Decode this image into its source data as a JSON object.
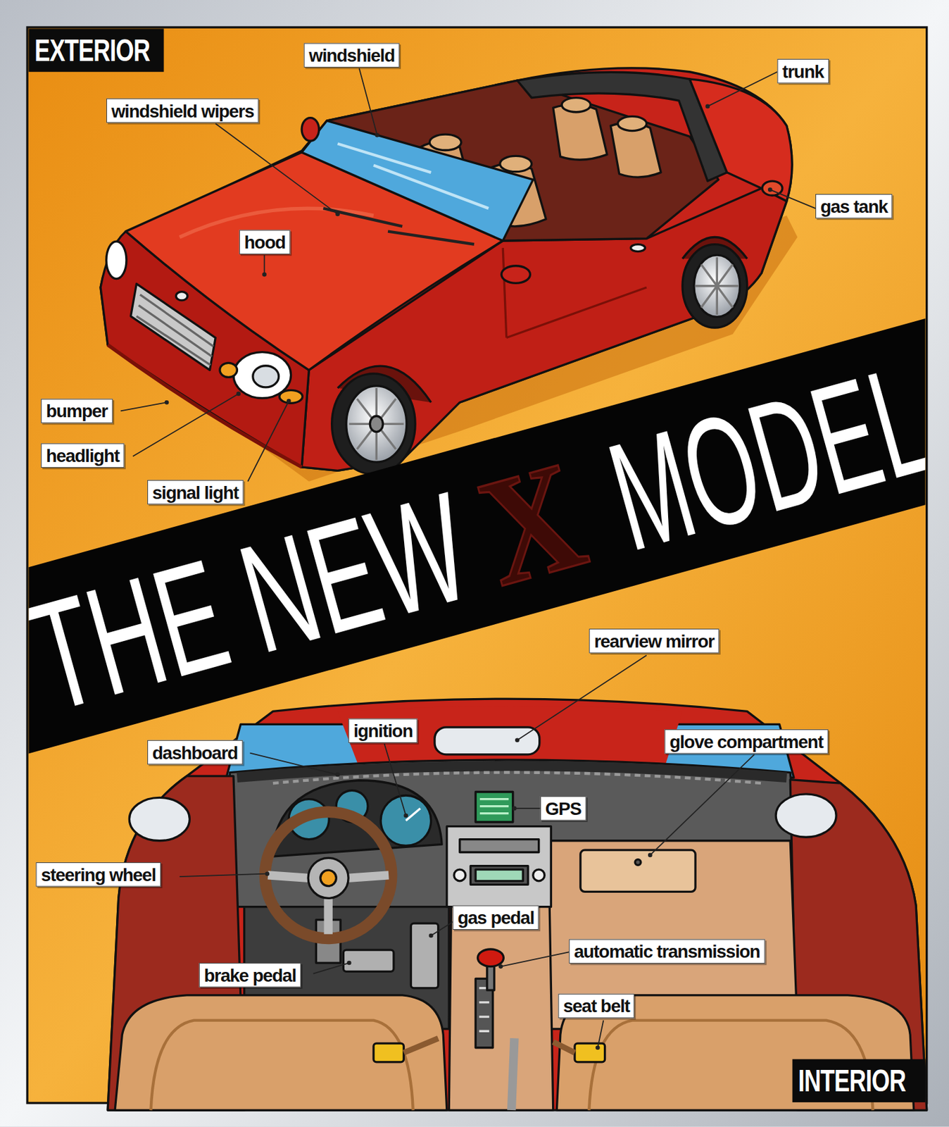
{
  "diagram": {
    "nodes": [
      {
        "text": [
          "EXTERIOR"
        ]
      },
      {
        "text": [
          "THE NEW",
          "X",
          "MODEL"
        ]
      },
      {
        "text": [
          "INTERIOR"
        ]
      }
    ],
    "labels": [
      "windshield",
      "windshield wipers",
      "trunk",
      "gas tank",
      "hood",
      "bumper",
      "headlight",
      "signal light",
      "rearview mirror",
      "ignition",
      "dashboard",
      "glove compartment",
      "GPS",
      "steering wheel",
      "gas pedal",
      "automatic transmission",
      "brake pedal",
      "seat belt"
    ]
  }
}
